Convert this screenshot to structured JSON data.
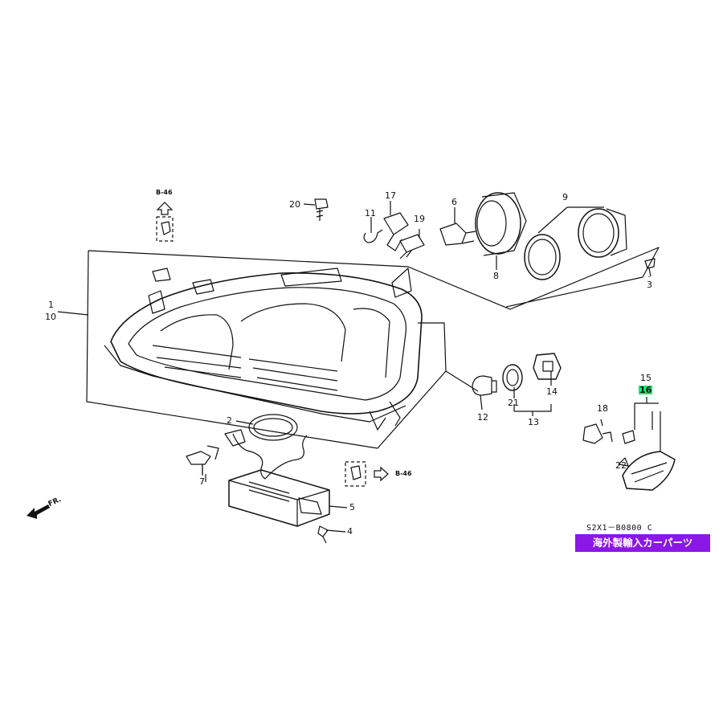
{
  "callouts": {
    "c1": "1",
    "c10": "10",
    "c2": "2",
    "c3": "3",
    "c4": "4",
    "c5": "5",
    "c6": "6",
    "c7": "7",
    "c8": "8",
    "c9": "9",
    "c11": "11",
    "c12": "12",
    "c13": "13",
    "c14": "14",
    "c15": "15",
    "c16": "16",
    "c17": "17",
    "c18": "18",
    "c19": "19",
    "c20": "20",
    "c21": "21",
    "c22": "22"
  },
  "refs": {
    "top": "B-46",
    "bottom": "B-46"
  },
  "front_label": "FR.",
  "diagram_code": "S2X1－B0800 C",
  "banner_text": "海外製輸入カーパーツ",
  "colors": {
    "highlight": "#22e070",
    "banner": "#8a17e6"
  }
}
